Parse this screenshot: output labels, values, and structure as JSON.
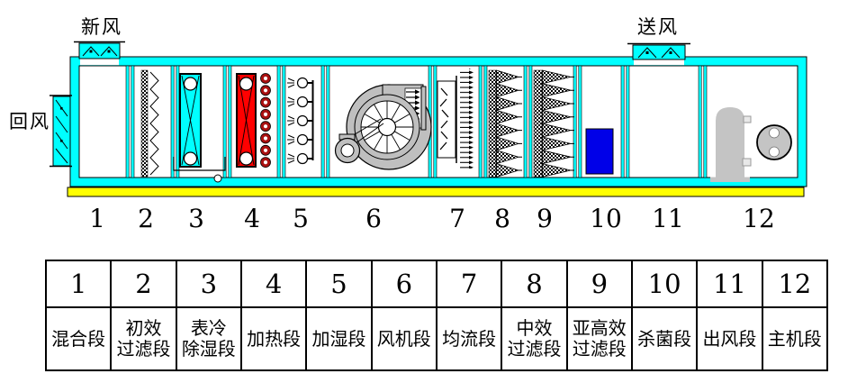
{
  "diagram": {
    "fresh_air_label": "新风",
    "supply_air_label": "送风",
    "return_air_label": "回风"
  },
  "sections": [
    {
      "num": "1",
      "label": "混合段",
      "lines": [
        "混合段"
      ]
    },
    {
      "num": "2",
      "label": "初效过滤段",
      "lines": [
        "初效",
        "过滤段"
      ]
    },
    {
      "num": "3",
      "label": "表冷除湿段",
      "lines": [
        "表冷",
        "除湿段"
      ]
    },
    {
      "num": "4",
      "label": "加热段",
      "lines": [
        "加热段"
      ]
    },
    {
      "num": "5",
      "label": "加湿段",
      "lines": [
        "加湿段"
      ]
    },
    {
      "num": "6",
      "label": "风机段",
      "lines": [
        "风机段"
      ]
    },
    {
      "num": "7",
      "label": "均流段",
      "lines": [
        "均流段"
      ]
    },
    {
      "num": "8",
      "label": "中效过滤段",
      "lines": [
        "中效",
        "过滤段"
      ]
    },
    {
      "num": "9",
      "label": "亚高效过滤段",
      "lines": [
        "亚高效",
        "过滤段"
      ]
    },
    {
      "num": "10",
      "label": "杀菌段",
      "lines": [
        "杀菌段"
      ]
    },
    {
      "num": "11",
      "label": "出风段",
      "lines": [
        "出风段"
      ]
    },
    {
      "num": "12",
      "label": "主机段",
      "lines": [
        "主机段"
      ]
    }
  ],
  "colors": {
    "casing": "#00FFFF",
    "base_rail": "#FFFF00",
    "cooling_coil": "#00FFFF",
    "heating_coil": "#FF0000",
    "heater_rings": "#AA1111",
    "uv_lamp": "#0000E8",
    "fan_metal": "#BFBFBF",
    "compressor_metal": "#C4C4C4"
  }
}
